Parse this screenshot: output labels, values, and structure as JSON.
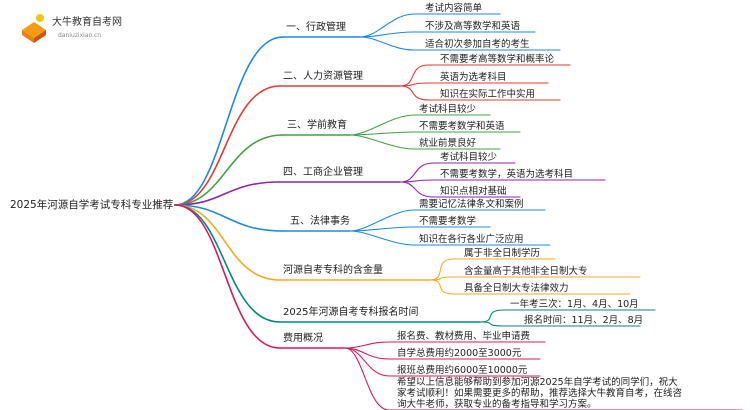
{
  "logo": {
    "title": "大牛教育自考网",
    "url": "daniuzixiao.cn"
  },
  "root": "2025年河源自学考试专科专业推荐",
  "branches": [
    {
      "label": "一、行政管理",
      "leaves": [
        "考试内容简单",
        "不涉及高等数学和英语",
        "适合初次参加自考的考生"
      ]
    },
    {
      "label": "二、人力资源管理",
      "leaves": [
        "不需要考高等数学和概率论",
        "英语为选考科目",
        "知识在实际工作中实用"
      ]
    },
    {
      "label": "三、学前教育",
      "leaves": [
        "考试科目较少",
        "不需要考数学和英语",
        "就业前景良好"
      ]
    },
    {
      "label": "四、工商企业管理",
      "leaves": [
        "考试科目较少",
        "不需要考数学，英语为选考科目",
        "知识点相对基础"
      ]
    },
    {
      "label": "五、法律事务",
      "leaves": [
        "需要记忆法律条文和案例",
        "不需要考数学",
        "知识在各行各业广泛应用"
      ]
    },
    {
      "label": "河源自考专科的含金量",
      "leaves": [
        "属于非全日制学历",
        "含金量高于其他非全日制大专",
        "具备全日制大专法律效力"
      ]
    },
    {
      "label": "2025年河源自考专科报名时间",
      "leaves": [
        "一年考三次：1月、4月、10月",
        "报名时间：11月、2月、8月"
      ]
    },
    {
      "label": "费用概况",
      "leaves": [
        "报名费、教材费用、毕业申请费",
        "自学总费用约2000至3000元",
        "报班总费用约6000至10000元",
        "希望以上信息能够帮助到参加河源2025年自学考试的同学们，祝大家考试顺利！如果需要更多的帮助，推荐选择大牛教育自考，在线咨询大牛老师，获取专业的备考指导和学习方案。"
      ]
    }
  ],
  "colors": [
    "#1e88e5",
    "#e53935",
    "#43a047",
    "#8e24aa",
    "#1e88e5",
    "#f9a825",
    "#00897b",
    "#d81b60"
  ]
}
